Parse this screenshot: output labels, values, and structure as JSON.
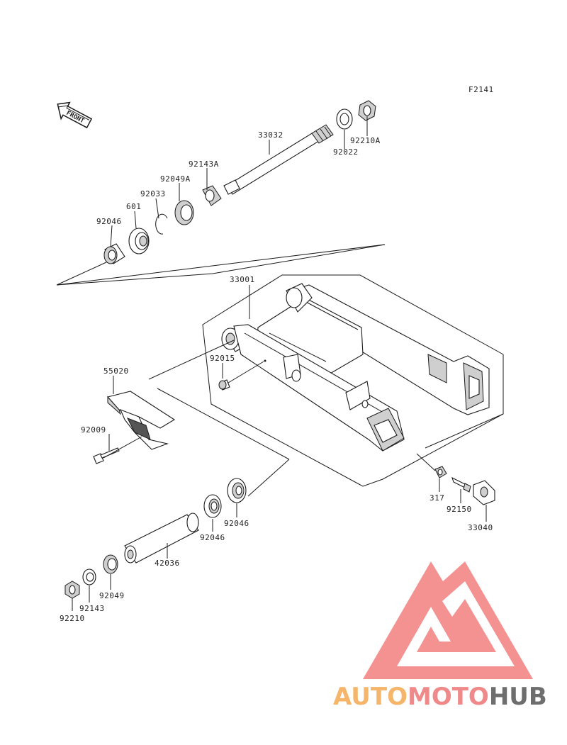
{
  "diagram_code": "F2141",
  "front_label": "FRONT",
  "labels": {
    "p33032": "33032",
    "p92022": "92022",
    "p92210A": "92210A",
    "p92143A": "92143A",
    "p92049A": "92049A",
    "p92033": "92033",
    "p601": "601",
    "p92046_top": "92046",
    "p33001": "33001",
    "p92015": "92015",
    "p55020": "55020",
    "p92009": "92009",
    "p317": "317",
    "p92150": "92150",
    "p33040": "33040",
    "p92046_mid_right": "92046",
    "p92046_mid_left": "92046",
    "p42036": "42036",
    "p92049": "92049",
    "p92143": "92143",
    "p92210": "92210"
  },
  "watermark": {
    "part1": "AUTO",
    "part2": "MOTO",
    "part3": "HUB",
    "color1": "#f5b56a",
    "color2": "#f08a8a",
    "color3": "#6e6e6e",
    "logo_color": "#f27f7f"
  }
}
